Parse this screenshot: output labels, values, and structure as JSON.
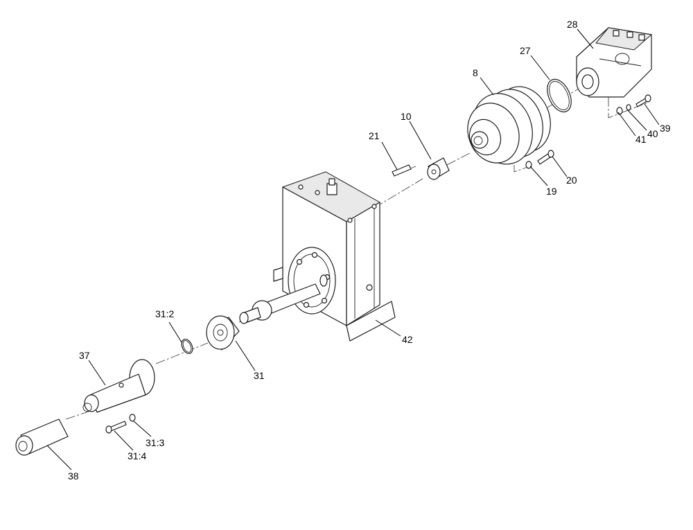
{
  "callouts": {
    "p28": "28",
    "p27": "27",
    "p8": "8",
    "p10": "10",
    "p21": "21",
    "p39": "39",
    "p40": "40",
    "p41": "41",
    "p20": "20",
    "p19": "19",
    "p42": "42",
    "p31_2": "31:2",
    "p31": "31",
    "p37": "37",
    "p31_3": "31:3",
    "p31_4": "31:4",
    "p38": "38"
  }
}
